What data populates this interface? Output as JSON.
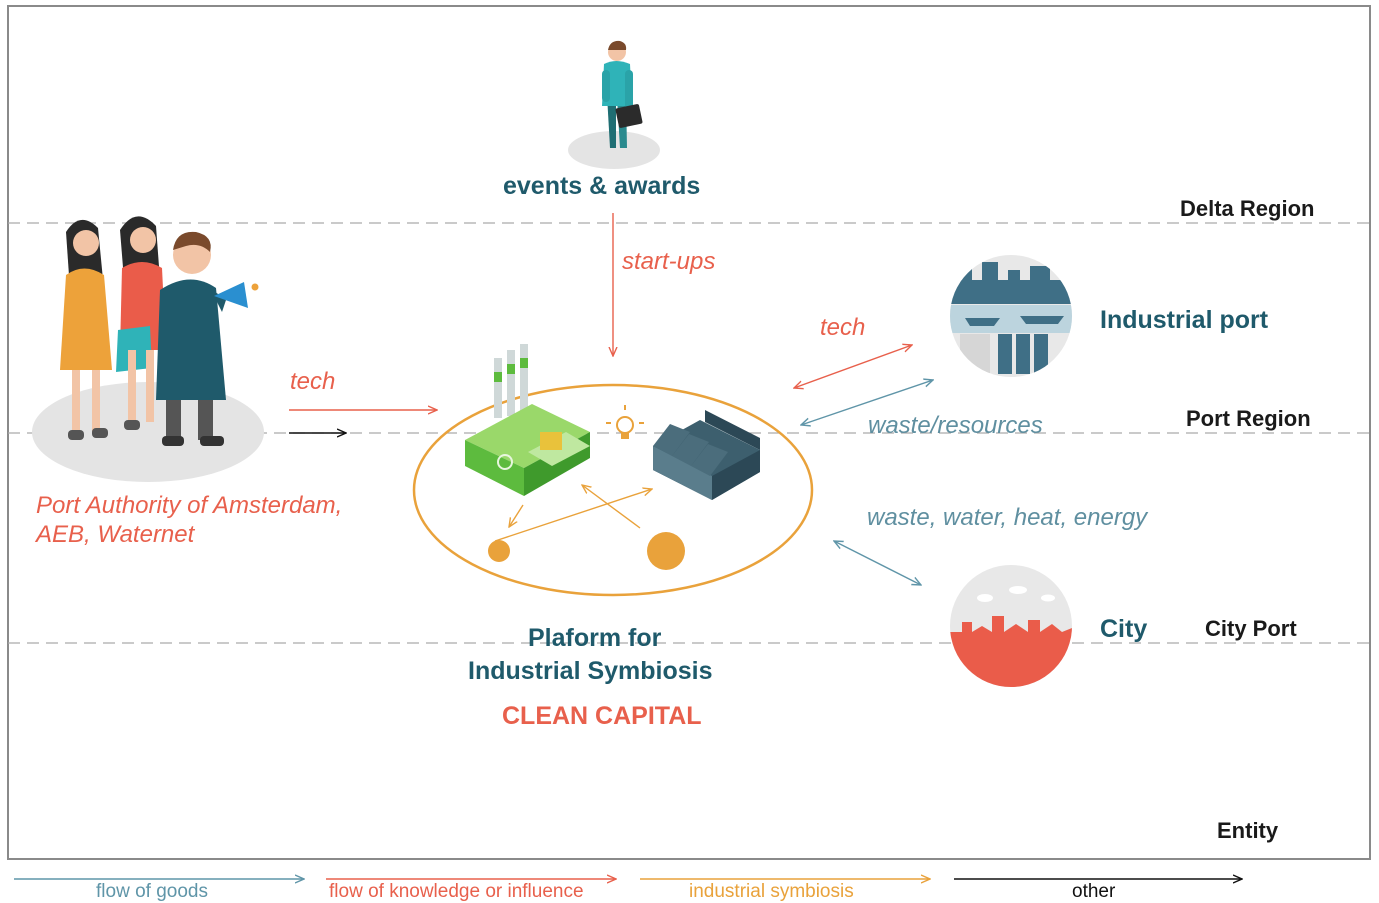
{
  "colors": {
    "goods": "#5f95a8",
    "knowledge": "#e8604c",
    "symbiosis": "#e9a23b",
    "other": "#111111",
    "title": "#1f5a6b",
    "border": "#8a8a8a"
  },
  "zones": {
    "delta": "Delta Region",
    "port": "Port Region",
    "city": "City Port",
    "entity": "Entity"
  },
  "entities": {
    "events": "events & awards",
    "stakeholders": "Port Authority of Amsterdam,",
    "stakeholders_line2": "AEB, Waternet",
    "industrial_port": "Industrial port",
    "city": "City",
    "platform_line1": "Plaform for",
    "platform_line2": "Industrial Symbiosis",
    "platform_name": "CLEAN CAPITAL"
  },
  "flows": {
    "startups": "start-ups",
    "tech_left": "tech",
    "tech_right": "tech",
    "waste_resources": "waste/resources",
    "waste_water": "waste, water, heat, energy"
  },
  "legend": {
    "goods": "flow of goods",
    "knowledge": "flow of knowledge or influence",
    "symbiosis": "industrial symbiosis",
    "other": "other"
  },
  "icons": {
    "person": "businessman-icon",
    "group": "stakeholder-group-icon",
    "factory": "green-factory-icon",
    "warehouse": "warehouse-icon",
    "port": "industrial-port-icon",
    "city": "city-skyline-icon"
  }
}
